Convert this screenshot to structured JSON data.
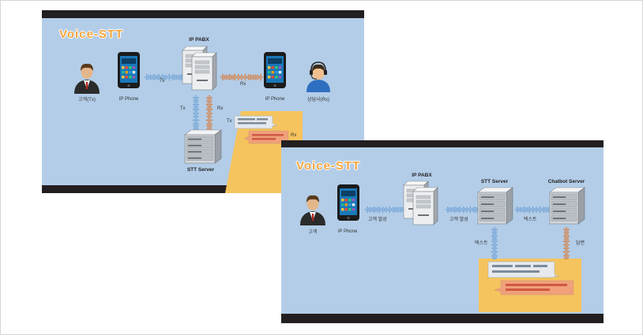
{
  "colors": {
    "background": "#b3cde8",
    "accent": "#f2a33a",
    "tx_wave": "#6fa2d4",
    "rx_wave": "#d97b3c",
    "panel": "#f6c45e",
    "bar": "#231f20"
  },
  "slide1": {
    "title": "Voice-STT",
    "labels": {
      "customer": "고객(Tx)",
      "ip_phone_left": "IP Phone",
      "ip_pabx": "IP PABX",
      "ip_phone_right": "IP Phone",
      "agent": "상담사(Rx)",
      "stt_server": "STT Server"
    },
    "edges": {
      "tx_top": "Tx",
      "rx_top": "Rx",
      "tx_down": "Tx",
      "rx_down": "Rx",
      "tx_panel": "Tx",
      "rx_panel": "Rx"
    }
  },
  "slide2": {
    "title": "Voice-STT",
    "labels": {
      "customer": "고객",
      "ip_phone": "IP Phone",
      "ip_pabx": "IP PABX",
      "stt_server": "STT Server",
      "chatbot_server": "Chatbot Server"
    },
    "edges": {
      "call1": "고객 발성",
      "call2": "고객 발성",
      "text_right": "텍스트",
      "text_down": "텍스트",
      "answer": "답변"
    }
  },
  "icons": [
    "person-icon",
    "smartphone-icon",
    "server-icon",
    "headset-agent-icon",
    "chat-bubble-icon"
  ]
}
